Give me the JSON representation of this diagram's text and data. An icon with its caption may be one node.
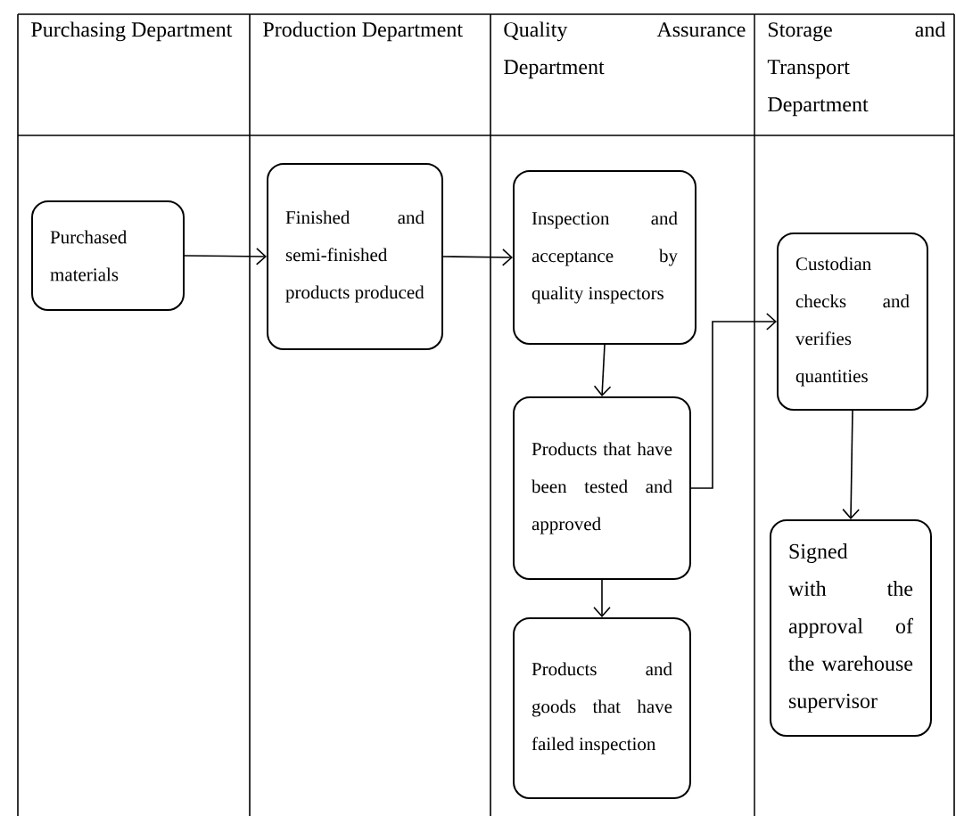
{
  "diagram": {
    "nodes": [
      {
        "text": [
          "Purchased materials"
        ]
      },
      {
        "text": [
          "Finished and semi-finished products produced"
        ]
      },
      {
        "text": [
          "Inspection and acceptance by quality inspectors"
        ]
      },
      {
        "text": [
          "Products that have been tested and approved"
        ]
      },
      {
        "text": [
          "Products and goods that have failed inspection"
        ]
      },
      {
        "text": [
          "Custodian checks and verifies quantities"
        ]
      },
      {
        "text": [
          "Signed with the approval of the warehouse supervisor"
        ]
      }
    ],
    "edges": [
      {
        "from": 0,
        "to": 1,
        "arrow": "to"
      },
      {
        "from": 1,
        "to": 2,
        "arrow": "to"
      },
      {
        "from": 2,
        "to": 3,
        "arrow": "to"
      },
      {
        "from": 3,
        "to": 4,
        "arrow": "to"
      },
      {
        "from": 3,
        "to": 5,
        "arrow": "to"
      },
      {
        "from": 5,
        "to": 6,
        "arrow": "to"
      }
    ],
    "labels": [
      "Purchasing Department",
      "Production Department",
      "Quality Assurance Department",
      "Storage and Transport Department"
    ]
  }
}
